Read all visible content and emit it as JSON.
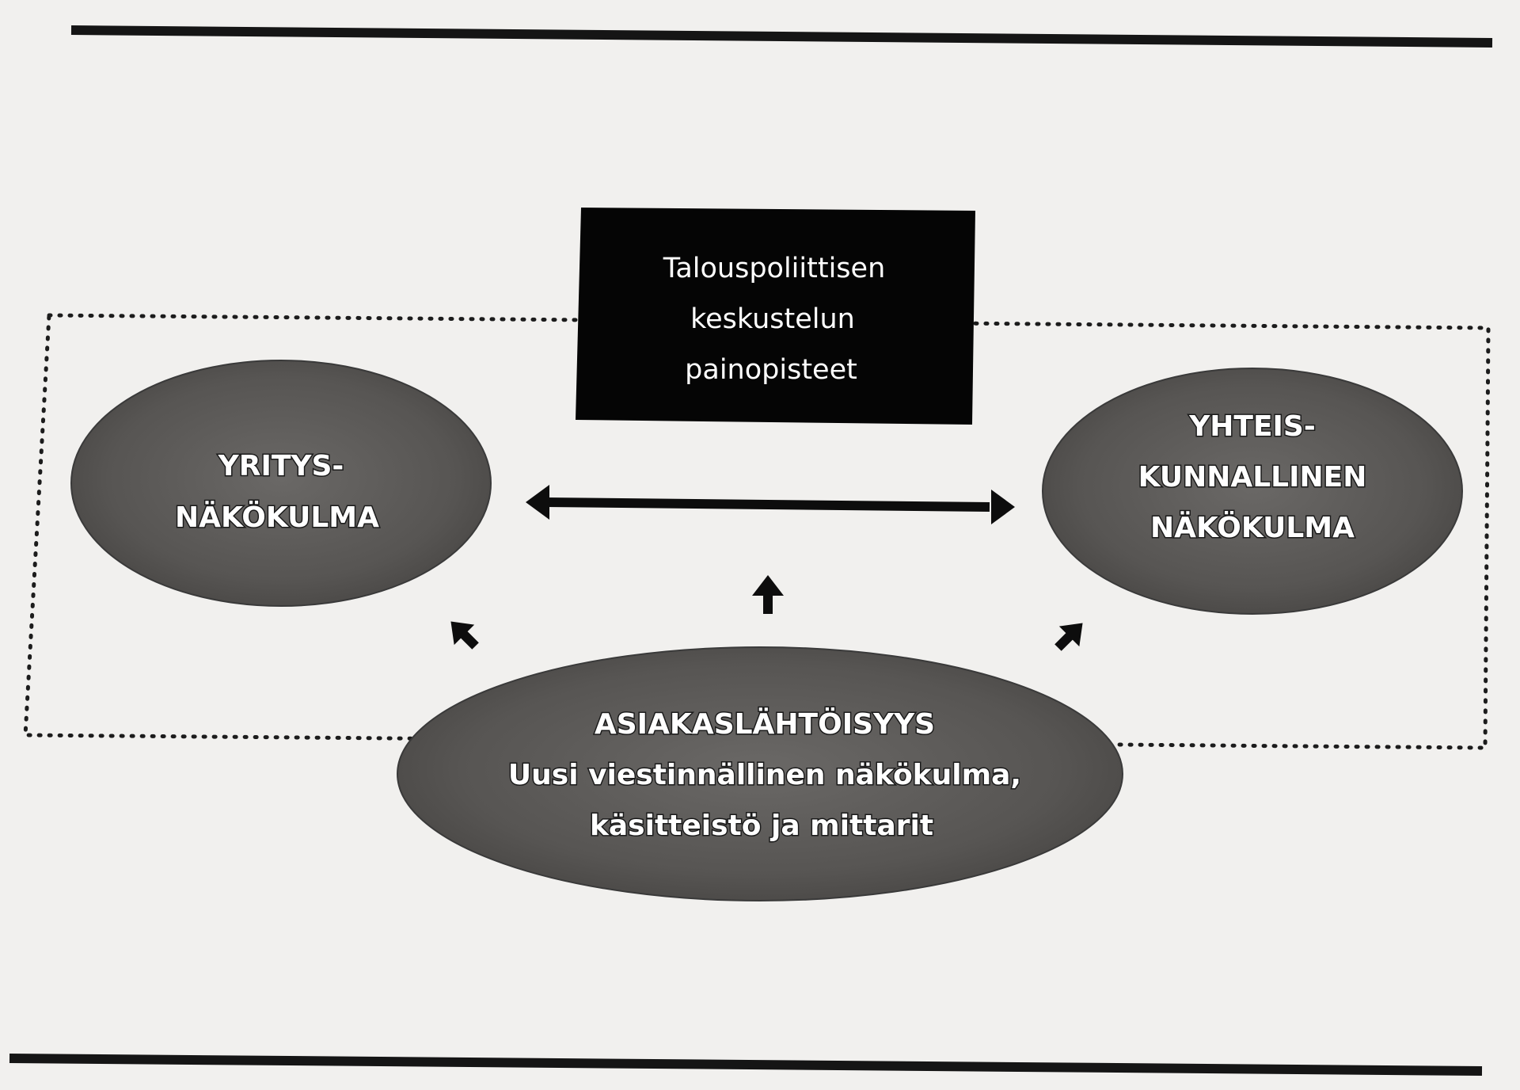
{
  "title_box": {
    "lines": [
      "Talouspoliittisen",
      "keskustelun",
      "painopisteet"
    ]
  },
  "left_node": {
    "lines": [
      "YRITYS-",
      "NÄKÖKULMA"
    ]
  },
  "right_node": {
    "lines": [
      "YHTEIS-",
      "KUNNALLINEN",
      "NÄKÖKULMA"
    ]
  },
  "bottom_node": {
    "lines": [
      "ASIAKASLÄHTÖISYYS",
      "Uusi viestinnällinen näkökulma,",
      "käsitteistö ja mittarit"
    ]
  },
  "colors": {
    "background": "#f1f0ee",
    "box_fill": "#050505",
    "ellipse_fill": "#5c5a58",
    "text": "#ffffff"
  }
}
